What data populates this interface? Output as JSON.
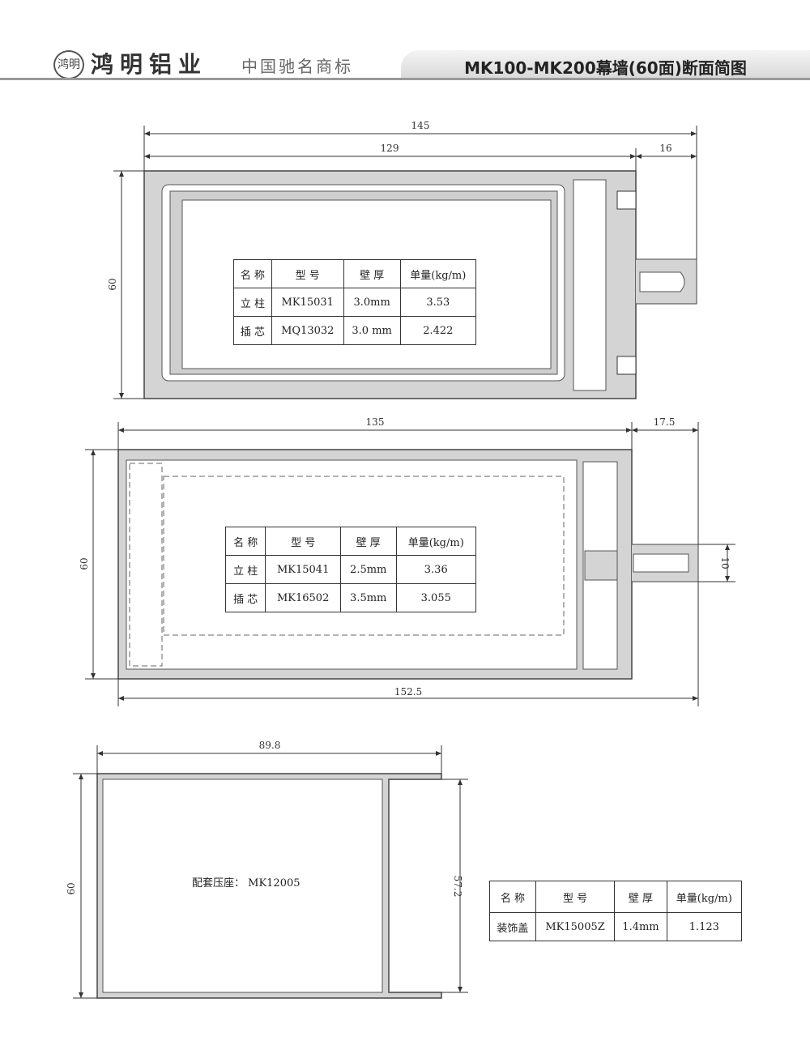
{
  "header": {
    "logo_text": "鸿明",
    "brand": "鸿明铝业",
    "slogan": "中国驰名商标",
    "title": "MK100-MK200幕墙(60面)断面简图"
  },
  "profile1": {
    "dims": {
      "overall_width": "145",
      "body_width": "129",
      "fin": "16",
      "height": "60"
    },
    "table": {
      "headers": [
        "名 称",
        "型 号",
        "壁 厚",
        "单量(kg/m)"
      ],
      "rows": [
        [
          "立 柱",
          "MK15031",
          "3.0mm",
          "3.53"
        ],
        [
          "插 芯",
          "MQ13032",
          "3.0 mm",
          "2.422"
        ]
      ]
    }
  },
  "profile2": {
    "dims": {
      "body_width": "135",
      "fin": "17.5",
      "height": "60",
      "overall_width": "152.5",
      "slot": "10"
    },
    "table": {
      "headers": [
        "名 称",
        "型 号",
        "壁 厚",
        "单量(kg/m)"
      ],
      "rows": [
        [
          "立 柱",
          "MK15041",
          "2.5mm",
          "3.36"
        ],
        [
          "插 芯",
          "MK16502",
          "3.5mm",
          "3.055"
        ]
      ]
    }
  },
  "profile3": {
    "dims": {
      "width": "89.8",
      "height": "60",
      "inner_height": "57.2"
    },
    "note": "配套压座： MK12005",
    "table": {
      "headers": [
        "名 称",
        "型 号",
        "壁 厚",
        "单量(kg/m)"
      ],
      "rows": [
        [
          "装饰盖",
          "MK15005Z",
          "1.4mm",
          "1.123"
        ]
      ]
    }
  }
}
